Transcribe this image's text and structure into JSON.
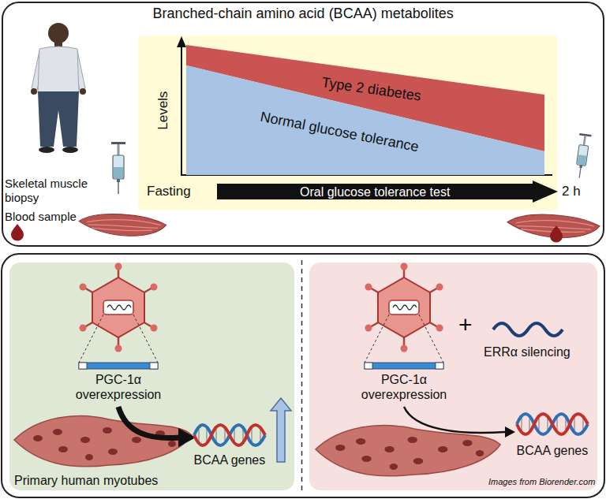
{
  "diagram": {
    "nodes": [
      {
        "text": [
          "Branched-chain amino acid (BCAA) metabolites"
        ]
      },
      {
        "text": [
          "Type 2 diabetes"
        ],
        "in": 0
      },
      {
        "text": [
          "Normal glucose tolerance"
        ],
        "in": 0
      },
      {
        "text": [
          "Oral glucose tolerance test"
        ],
        "in": 0
      },
      {
        "text": [
          "PGC-1α overexpression",
          "BCAA genes",
          "Primary human myotubes"
        ]
      },
      {
        "text": [
          "PGC-1α overexpression",
          "ERRα silencing",
          "BCAA genes"
        ]
      }
    ],
    "labels": [
      "Levels",
      "Fasting",
      "2 h",
      "Skeletal muscle biopsy",
      "Blood sample",
      "+",
      "Images from Biorender.com"
    ]
  }
}
